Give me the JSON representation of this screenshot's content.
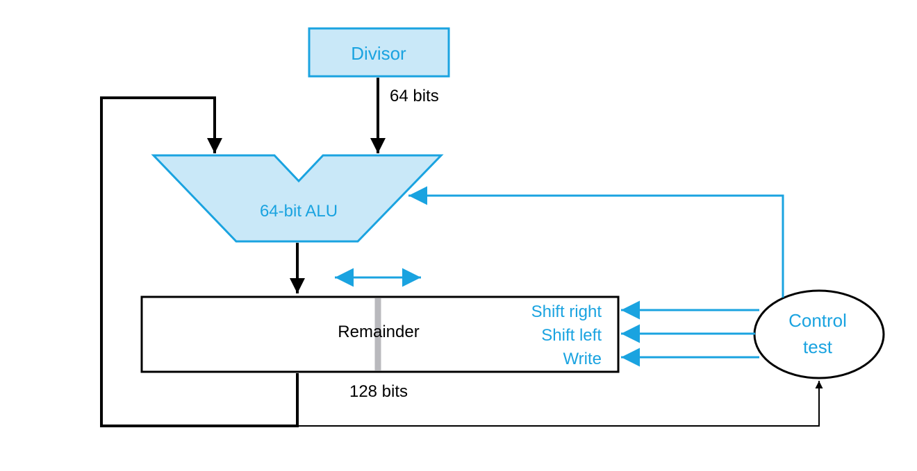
{
  "colors": {
    "accent": "#1aa3e0",
    "fill": "#c9e8f8",
    "ink": "#000000",
    "separator": "#b9b9bd"
  },
  "blocks": {
    "divisor": "Divisor",
    "alu": "64-bit ALU",
    "remainder": "Remainder",
    "control_line1": "Control",
    "control_line2": "test"
  },
  "widths": {
    "divisor_bus": "64 bits",
    "remainder_reg": "128 bits"
  },
  "control_signals": [
    "Shift right",
    "Shift left",
    "Write"
  ],
  "arrowheads": {
    "accent": "accent-arrowhead-icon",
    "ink": "black-arrowhead-icon"
  }
}
